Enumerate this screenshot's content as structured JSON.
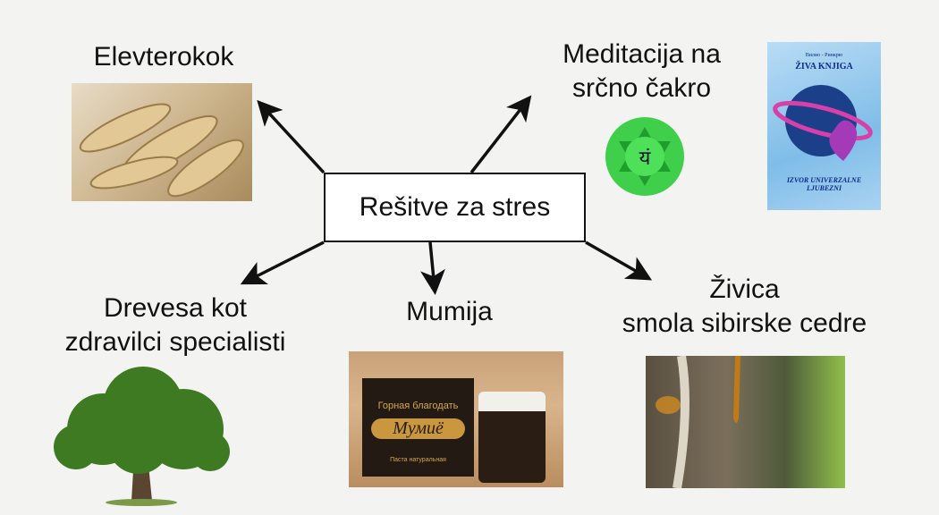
{
  "center": "Rešitve za stres",
  "branches": {
    "elevterokok": "Elevterokok",
    "meditacija": [
      "Meditacija na",
      "srčno čakro"
    ],
    "drevesa": [
      "Drevesa kot",
      "zdravilci specialisti"
    ],
    "mumija": "Mumija",
    "zivica": [
      "Živica",
      "smola sibirske cedre"
    ]
  },
  "book": {
    "author": "Вилио - Ринкрю",
    "title": "ŽIVA KNJIGA",
    "subtitle": [
      "IZVOR UNIVERZALNE",
      "LJUBEZNI"
    ]
  },
  "mumie_box": {
    "brand": "Горная благодать",
    "name": "Мумиё",
    "note": "Паста натуральная"
  },
  "chakra_symbol": "यं"
}
